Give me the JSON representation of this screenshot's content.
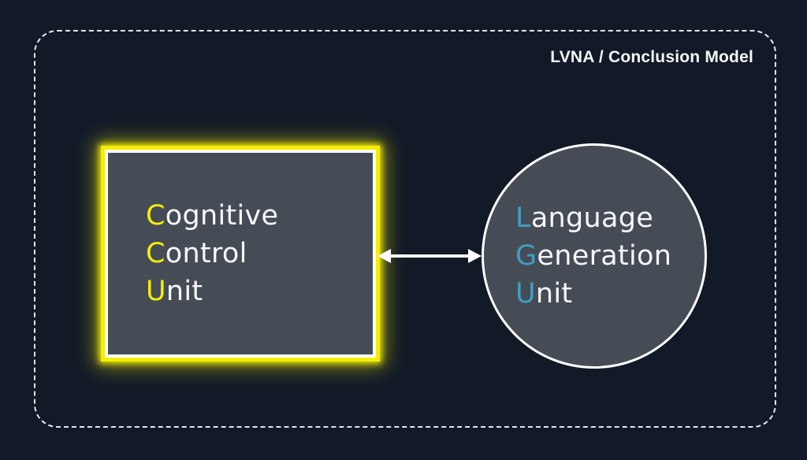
{
  "header": {
    "title": "LVNA / Conclusion Model"
  },
  "ccu_box": {
    "lines": [
      {
        "initial": "C",
        "rest": "ognitive"
      },
      {
        "initial": "C",
        "rest": "ontrol"
      },
      {
        "initial": "U",
        "rest": "nit"
      }
    ]
  },
  "lgu_circle": {
    "lines": [
      {
        "initial": "L",
        "rest": "anguage"
      },
      {
        "initial": "G",
        "rest": "eneration"
      },
      {
        "initial": "U",
        "rest": "nit"
      }
    ]
  },
  "icons": {
    "connector": "double-headed-arrow"
  },
  "colors": {
    "bg_navy": "#121a28",
    "panel_fill": "#464c56",
    "text_white": "#f5f6f7",
    "glow_yellow": "#f4ee06",
    "glow_yellow_soft": "rgba(244,238,6,0.55)",
    "accent_blue": "#3f9ec4",
    "dash_border": "#e3e6ea"
  }
}
